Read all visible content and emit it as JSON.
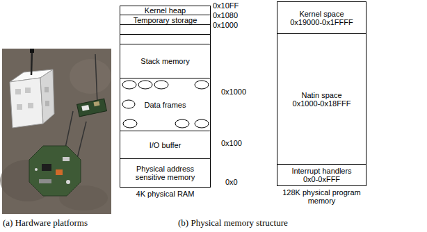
{
  "diagram": {
    "nodes": [
      {
        "text": [
          "4K physical RAM"
        ]
      },
      {
        "text": [
          "Kernel heap"
        ],
        "in": 0
      },
      {
        "text": [
          "Temporary storage"
        ],
        "in": 0
      },
      {
        "text": [
          "Stack memory"
        ],
        "in": 0
      },
      {
        "text": [
          "Data frames"
        ],
        "in": 0
      },
      {
        "text": [
          "I/O buffer"
        ],
        "in": 0
      },
      {
        "text": [
          "Physical address sensitive memory"
        ],
        "in": 0
      },
      {
        "text": [
          "128K physical program memory"
        ]
      },
      {
        "text": [
          "Kernel space",
          "0x19000-0x1FFFF"
        ],
        "in": 7
      },
      {
        "text": [
          "Natin space",
          "0x1000-0x18FFF"
        ],
        "in": 7
      },
      {
        "text": [
          "Interrupt handlers",
          "0x0-0xFFF"
        ],
        "in": 7
      }
    ],
    "labels": [
      "(a) Hardware platforms",
      "(b) Physical memory structure",
      "0x10FF",
      "0x1080",
      "0x1000",
      "0x1000",
      "0x100",
      "0x0"
    ]
  }
}
